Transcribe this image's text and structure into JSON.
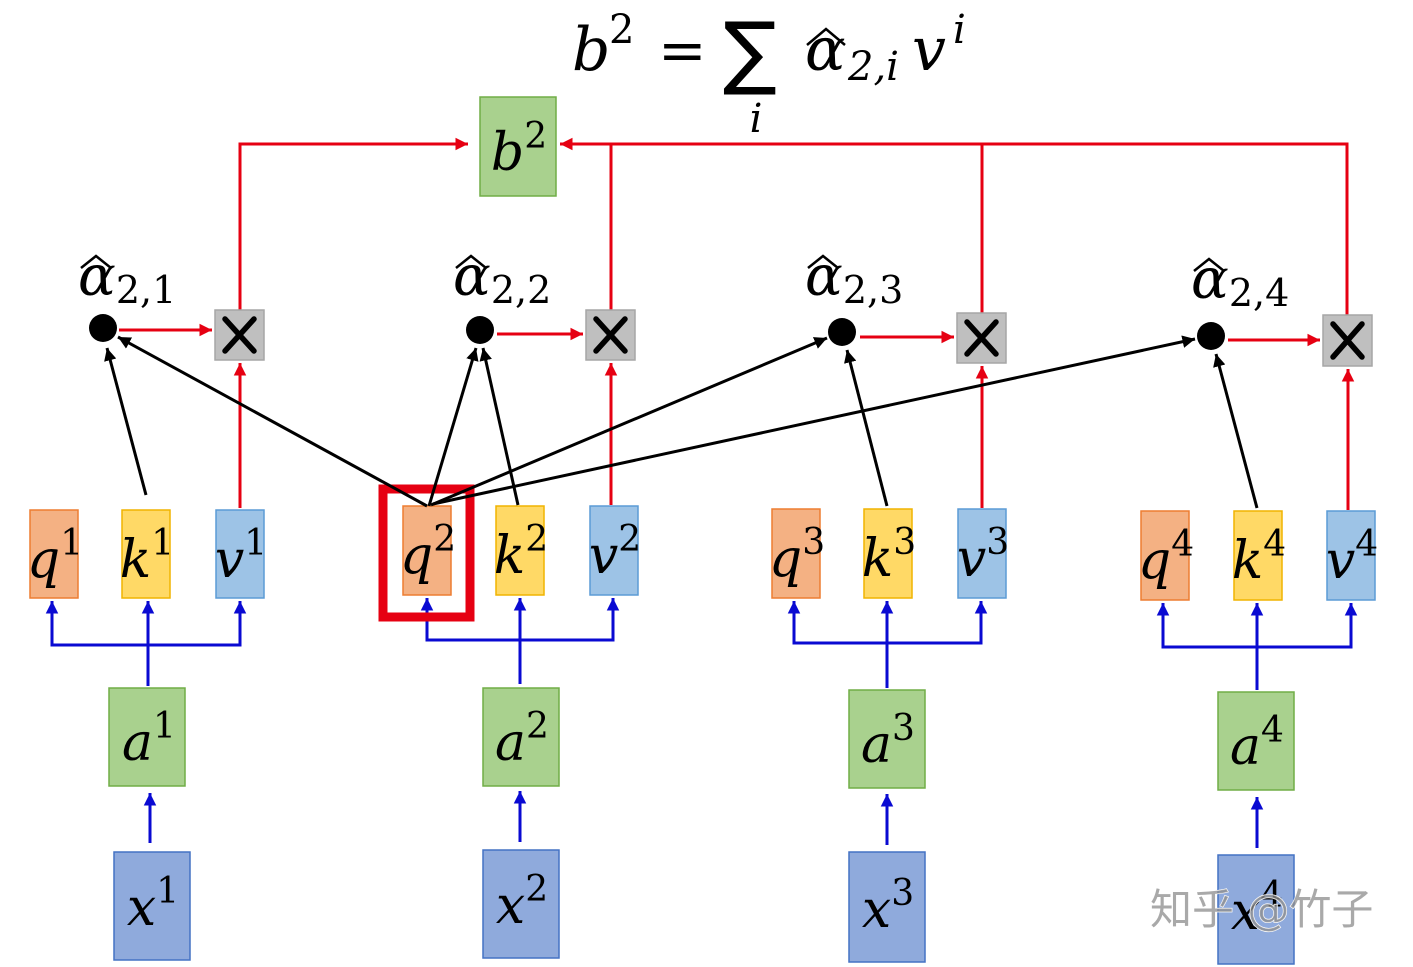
{
  "formula": {
    "output": "b",
    "output_index": "2",
    "equals": "=",
    "sum": "∑",
    "sum_index": "i",
    "weight": "α",
    "weight_sub": "2,i",
    "value": "v",
    "value_index": "i"
  },
  "output_box": {
    "letter": "b",
    "index": "2"
  },
  "columns": [
    {
      "index": "1",
      "x": "x",
      "a": "a",
      "q": "q",
      "k": "k",
      "v": "v",
      "weight": "α",
      "weight_sub": "2,1"
    },
    {
      "index": "2",
      "x": "x",
      "a": "a",
      "q": "q",
      "k": "k",
      "v": "v",
      "weight": "α",
      "weight_sub": "2,2"
    },
    {
      "index": "3",
      "x": "x",
      "a": "a",
      "q": "q",
      "k": "k",
      "v": "v",
      "weight": "α",
      "weight_sub": "2,3"
    },
    {
      "index": "4",
      "x": "x",
      "a": "a",
      "q": "q",
      "k": "k",
      "v": "v",
      "weight": "α",
      "weight_sub": "2,4"
    }
  ],
  "icons": {
    "multiply": "multiply-icon",
    "accent": "hat-accent",
    "score": "score-dot-icon"
  },
  "colors": {
    "query_fill": "#f4b183",
    "key_fill": "#ffd966",
    "value_fill": "#9dc3e6",
    "embedding_fill": "#a9d18e",
    "input_fill": "#8faadc",
    "multiply_fill": "#bfbfbf",
    "weighting_arrows": "#e60012",
    "projection_arrows": "#0a0ad2",
    "score_arrows": "#000000",
    "highlight": "#e60012"
  },
  "watermark": "知乎 @竹子"
}
